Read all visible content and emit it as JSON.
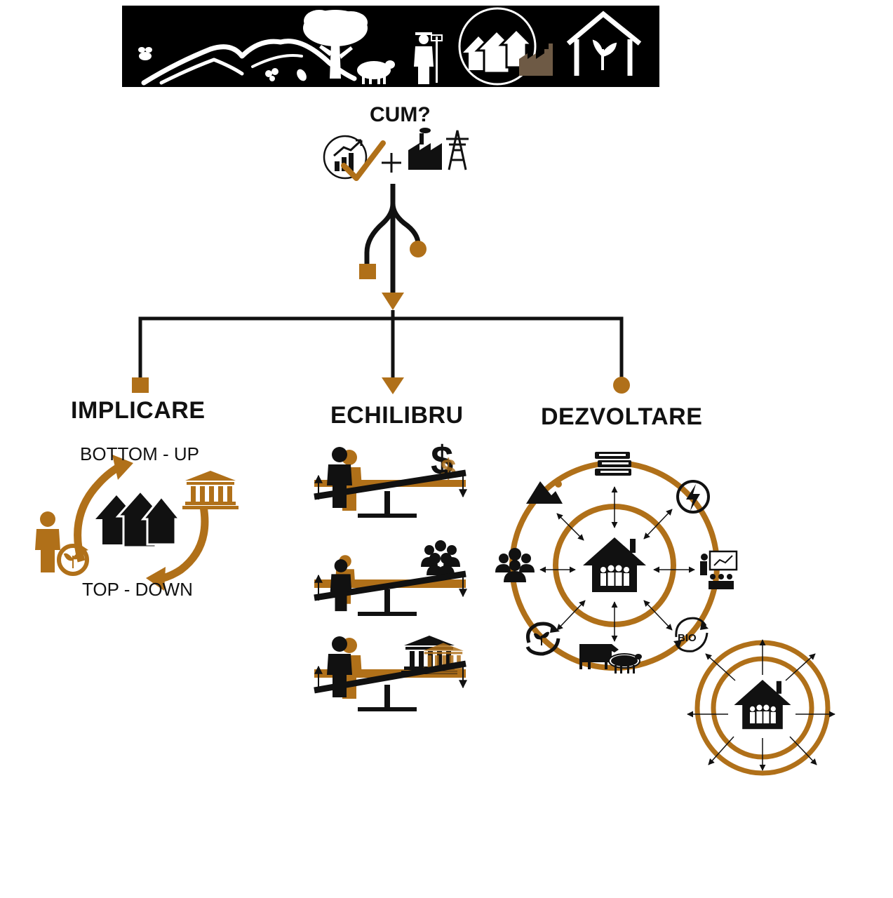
{
  "colors": {
    "accent": "#b07019",
    "ink": "#111111",
    "banner": "#000000",
    "background": "#ffffff"
  },
  "banner": {
    "icons": [
      "bee-icon",
      "mountains-icon",
      "tree-icon",
      "sheep-icon",
      "farmer-icon",
      "village-houses-icon",
      "factory-icon",
      "greenhouse-icon"
    ]
  },
  "question": {
    "label": "CUM?"
  },
  "branches": [
    {
      "id": "implicare",
      "title": "IMPLICARE",
      "marker": "square",
      "cycle": {
        "top_label": "BOTTOM - UP",
        "bottom_label": "TOP - DOWN"
      }
    },
    {
      "id": "echilibru",
      "title": "ECHILIBRU",
      "marker": "triangle",
      "balances": [
        "dollar-icon",
        "group-icon",
        "institution-icon"
      ]
    },
    {
      "id": "dezvoltare",
      "title": "DEZVOLTARE",
      "marker": "circle",
      "ring_icons": [
        "books-icon",
        "energy-icon",
        "presentation-icon",
        "bio-recycle-icon",
        "livestock-icon",
        "recycle-plant-icon",
        "people-icon",
        "landscape-icon"
      ],
      "center_icon": "community-house-icon"
    }
  ]
}
